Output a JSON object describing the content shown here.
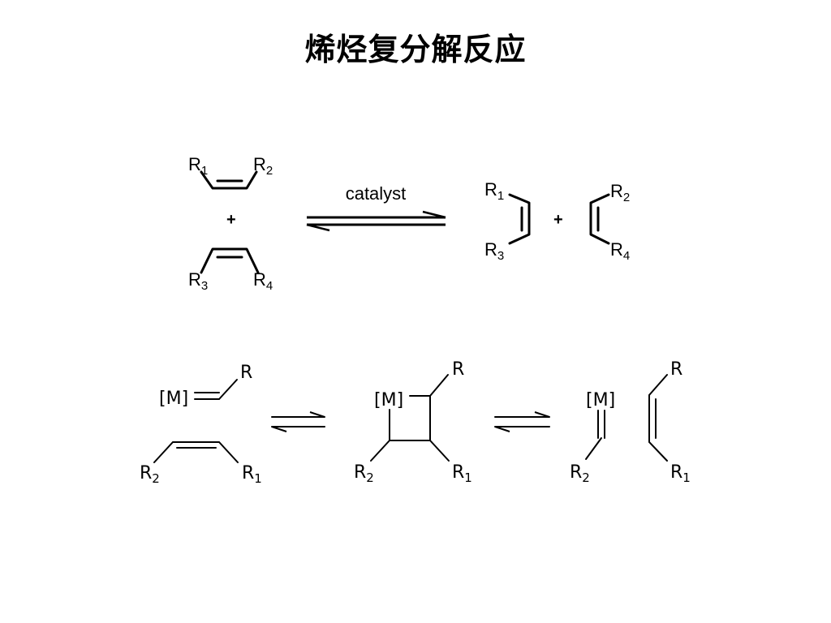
{
  "title": "烯烃复分解反应",
  "reaction1": {
    "reactant1": {
      "left": "R",
      "left_sub": "1",
      "right": "R",
      "right_sub": "2"
    },
    "plus_left": "+",
    "reactant2": {
      "left": "R",
      "left_sub": "3",
      "right": "R",
      "right_sub": "4"
    },
    "arrow_label": "catalyst",
    "product1": {
      "top": "R",
      "top_sub": "1",
      "bottom": "R",
      "bottom_sub": "3"
    },
    "plus_right": "+",
    "product2": {
      "top": "R",
      "top_sub": "2",
      "bottom": "R",
      "bottom_sub": "4"
    }
  },
  "mechanism": {
    "carbene": {
      "metal": "[M]",
      "r": "R"
    },
    "olefin": {
      "left": "R",
      "left_sub": "2",
      "right": "R",
      "right_sub": "1"
    },
    "metallacycle": {
      "metal": "[M]",
      "r": "R",
      "left": "R",
      "left_sub": "2",
      "right": "R",
      "right_sub": "1"
    },
    "product_carbene": {
      "metal": "[M]",
      "r": "R",
      "r_sub": "2"
    },
    "product_olefin": {
      "top": "R",
      "bottom": "R",
      "bottom_sub": "1"
    }
  }
}
